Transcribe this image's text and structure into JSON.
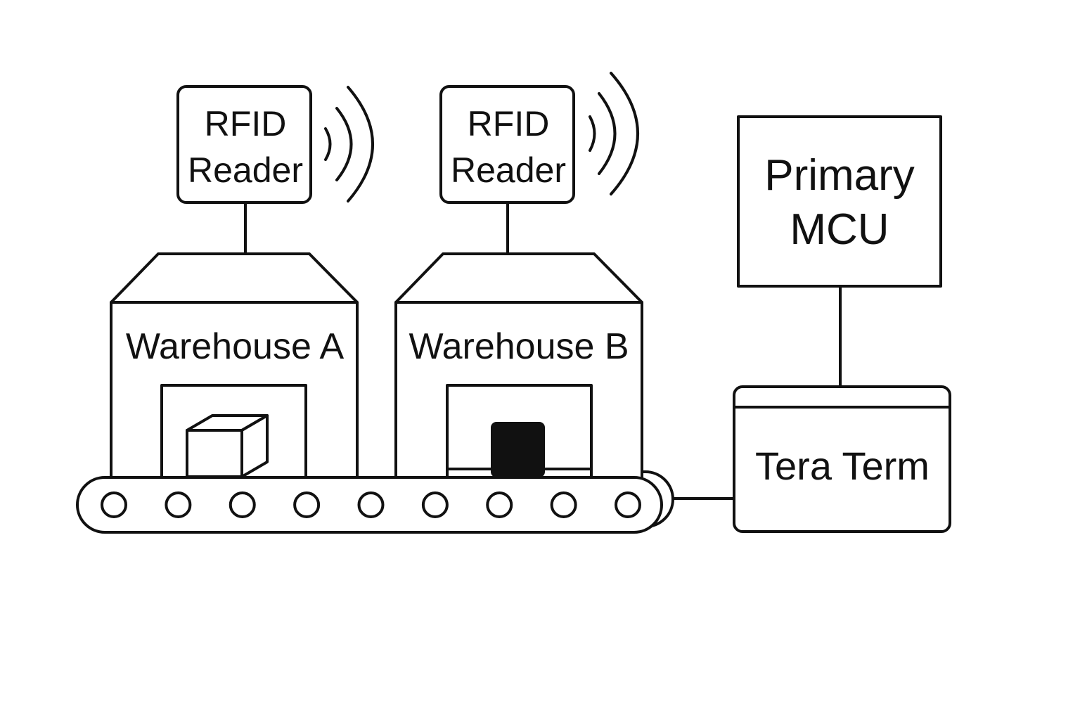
{
  "readers": [
    {
      "line1": "RFID",
      "line2": "Reader",
      "icon": "signal-waves-icon"
    },
    {
      "line1": "RFID",
      "line2": "Reader",
      "icon": "signal-waves-icon"
    }
  ],
  "warehouses": [
    {
      "label": "Warehouse A",
      "item_icon": "box-icon"
    },
    {
      "label": "Warehouse B",
      "item_icon": "rfid-tag-icon"
    }
  ],
  "mcu": {
    "line1": "Primary",
    "line2": "MCU"
  },
  "terminal": {
    "label": "Tera Term"
  },
  "conveyor": {
    "icon": "conveyor-belt-icon",
    "rollers": 9
  },
  "colors": {
    "stroke": "#111111",
    "background": "#ffffff"
  }
}
